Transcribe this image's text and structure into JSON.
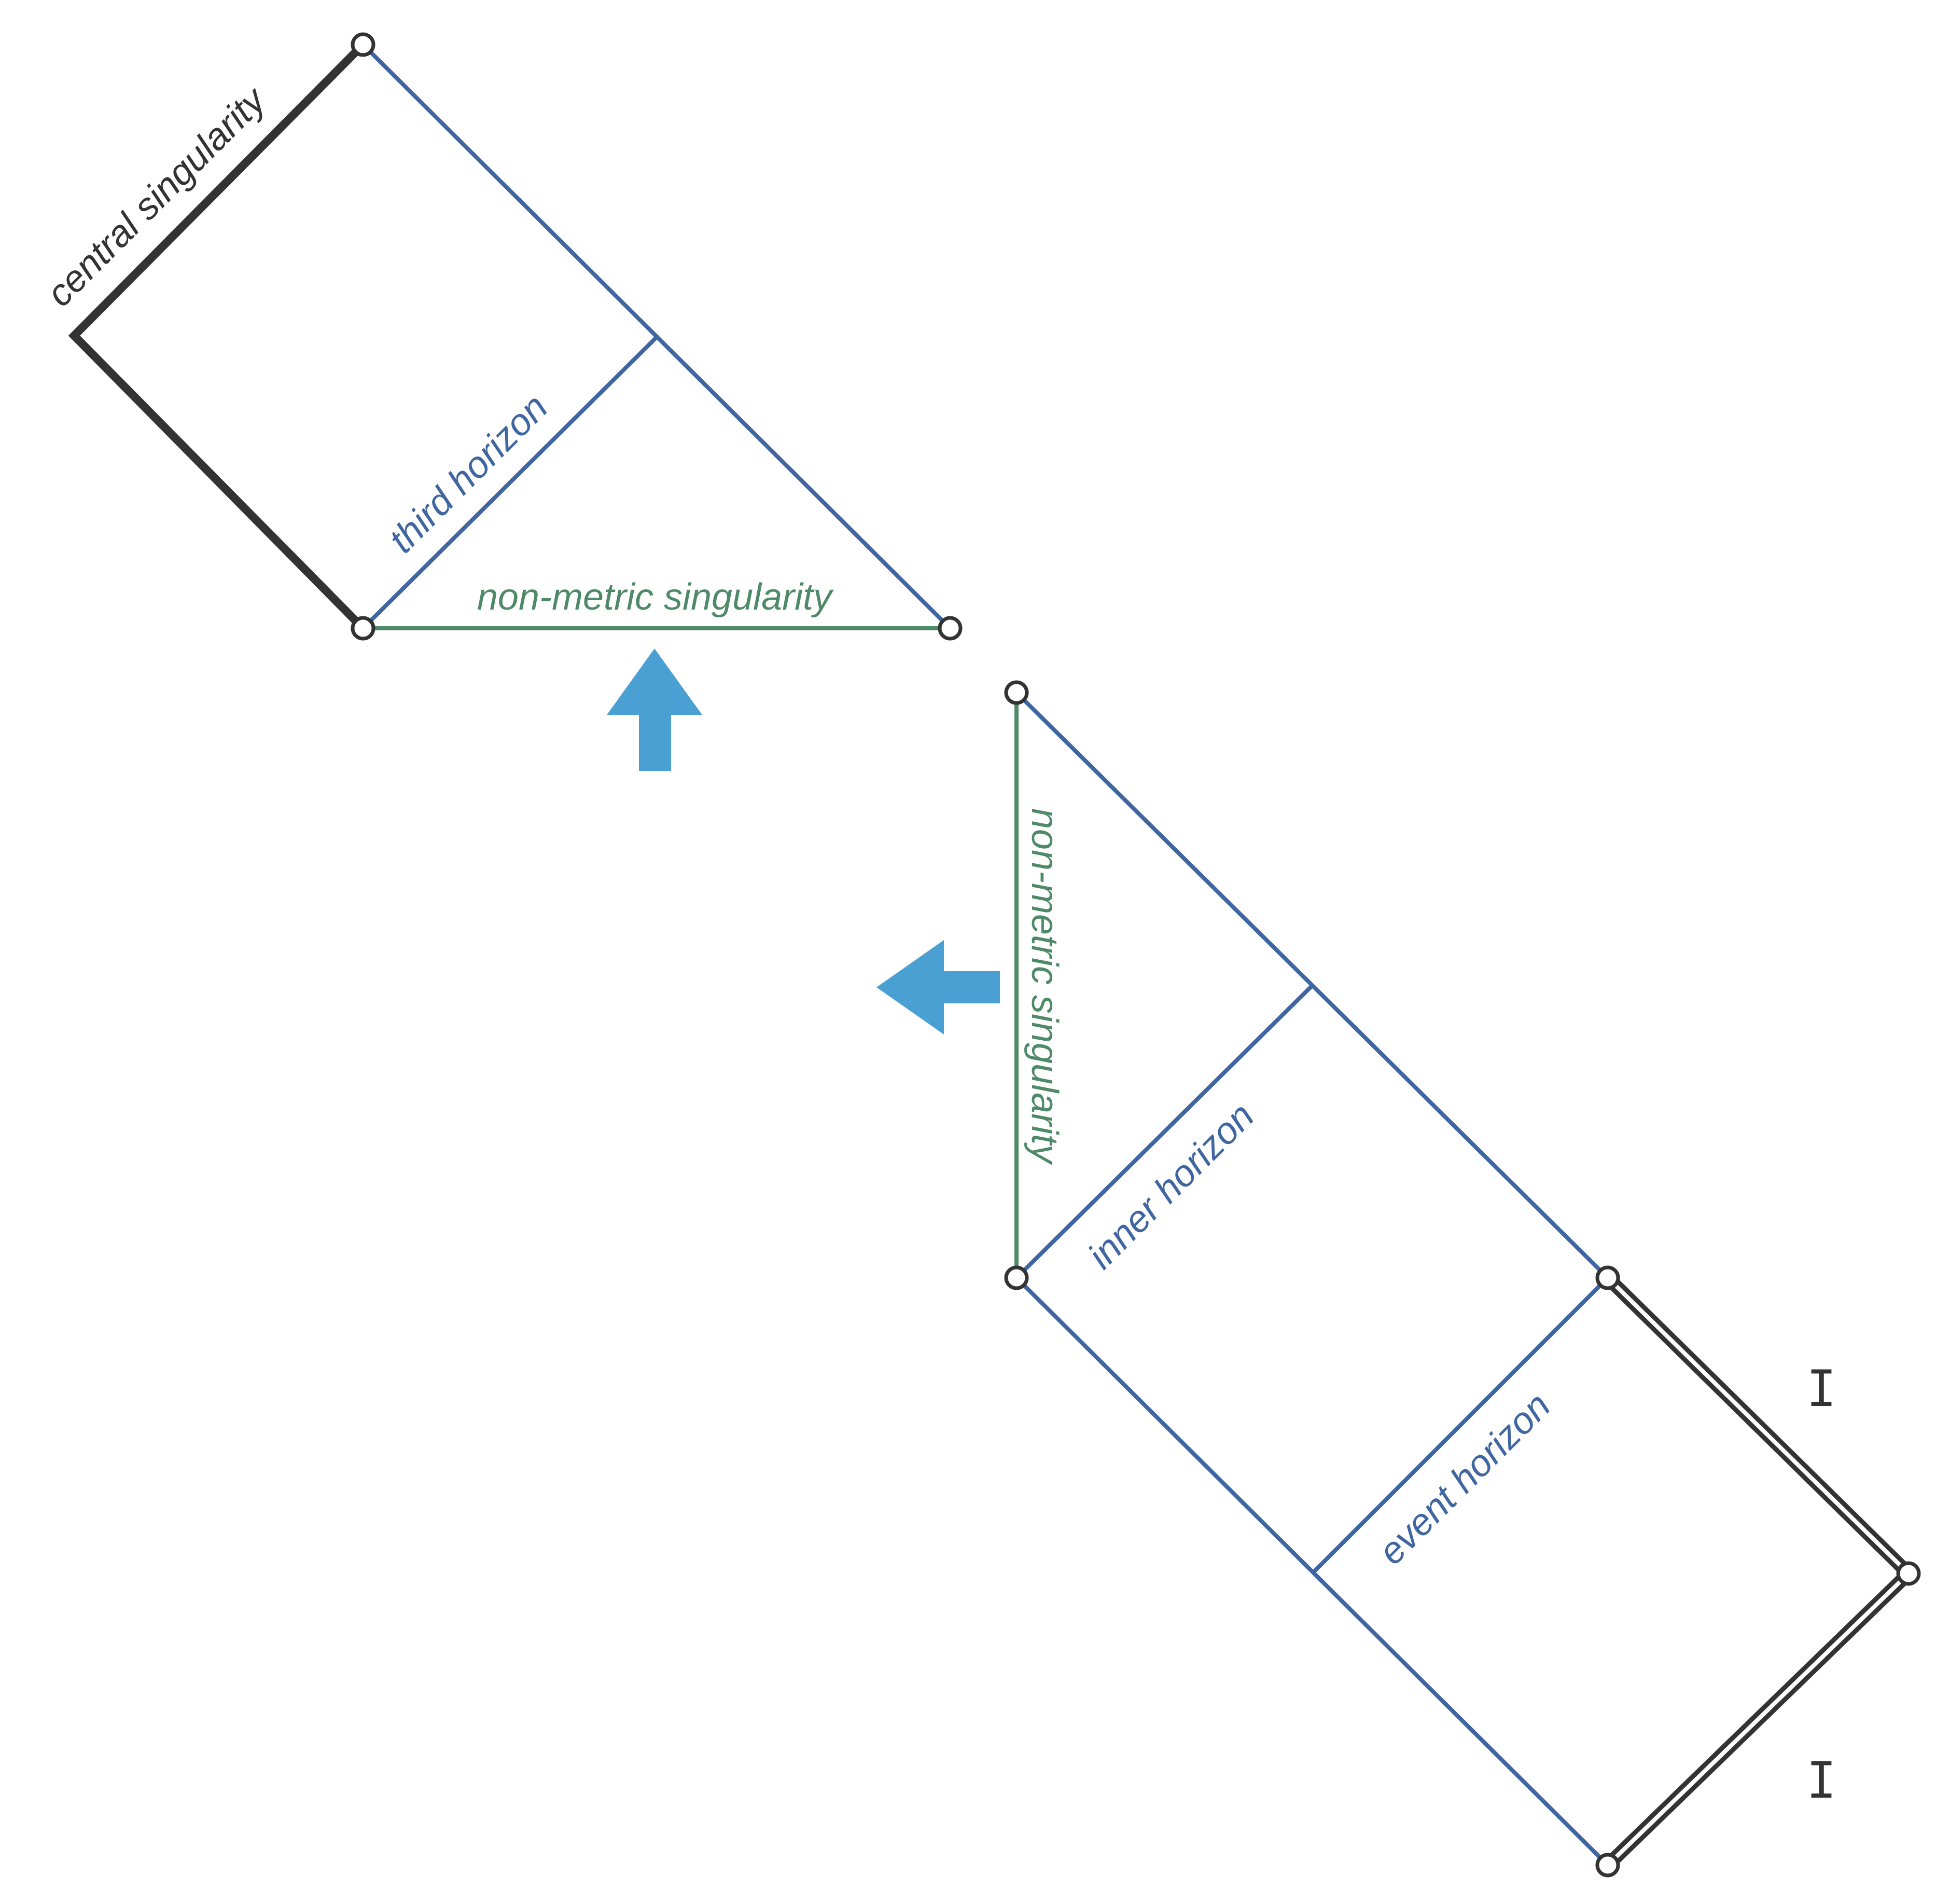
{
  "labels": {
    "central_singularity": "central singularity",
    "third_horizon": "third horizon",
    "non_metric_singularity_top": "non-metric singularity",
    "non_metric_singularity_side": "non-metric singularity",
    "inner_horizon": "inner horizon",
    "event_horizon": "event horizon",
    "scri_upper": "I",
    "scri_lower": "I"
  },
  "colors": {
    "horizon": "#3f66a0",
    "non_metric": "#4f8a68",
    "singularity": "#333333",
    "arrow": "#4aa0d2",
    "vertex_fill": "#ffffff",
    "vertex_stroke": "#333333"
  },
  "icons": {
    "arrow_up": "arrow-up-icon",
    "arrow_left": "arrow-left-icon"
  }
}
